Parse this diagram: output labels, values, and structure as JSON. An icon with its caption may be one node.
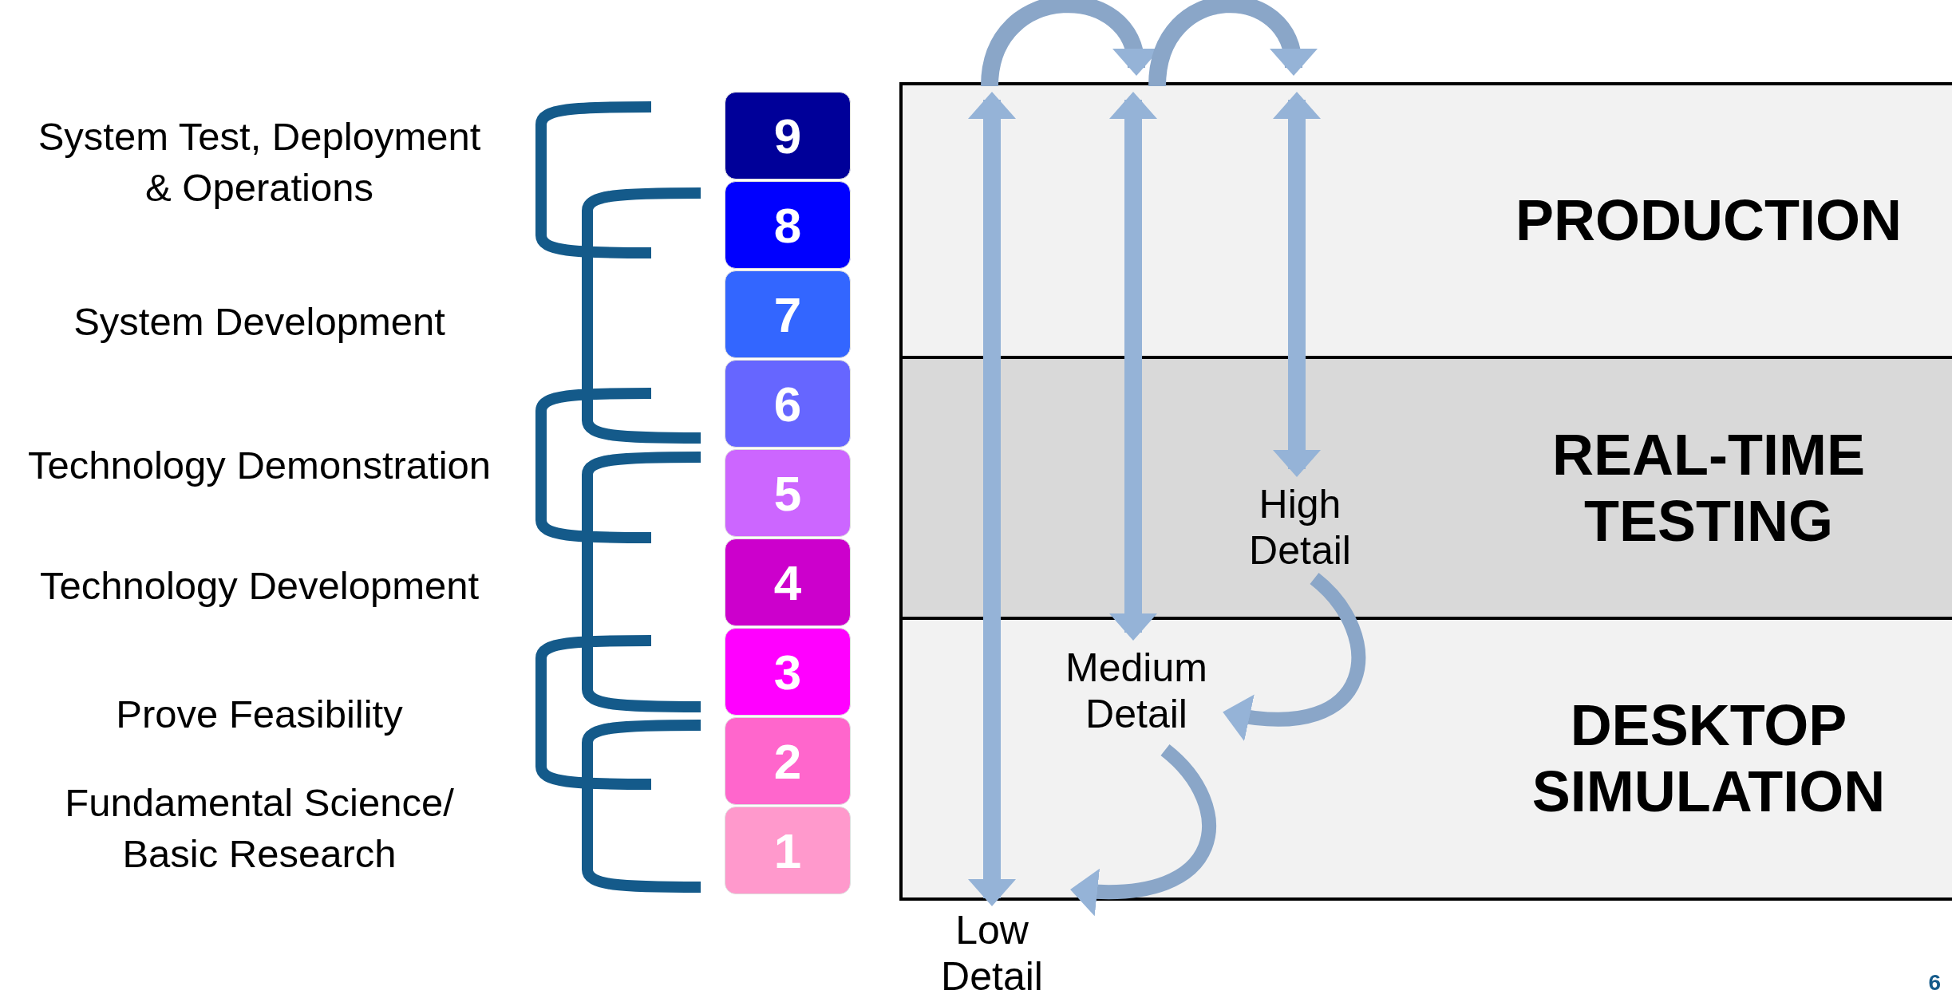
{
  "diagram": {
    "nodes": [
      {
        "text": [
          "PRODUCTION"
        ]
      },
      {
        "text": [
          "REAL-TIME TESTING"
        ]
      },
      {
        "text": [
          "DESKTOP SIMULATION"
        ]
      },
      {
        "text": [
          "9"
        ]
      },
      {
        "text": [
          "8"
        ]
      },
      {
        "text": [
          "7"
        ]
      },
      {
        "text": [
          "6"
        ]
      },
      {
        "text": [
          "5"
        ]
      },
      {
        "text": [
          "4"
        ]
      },
      {
        "text": [
          "3"
        ]
      },
      {
        "text": [
          "2"
        ]
      },
      {
        "text": [
          "1"
        ]
      },
      {
        "text": [
          "Low Detail"
        ]
      },
      {
        "text": [
          "Medium Detail"
        ],
        "in": 2
      },
      {
        "text": [
          "High Detail"
        ],
        "in": 1
      }
    ],
    "edges": [
      {
        "from": 14,
        "to": 13,
        "arrow": "to"
      },
      {
        "from": 13,
        "to": 12,
        "arrow": "to"
      },
      {
        "from": 12,
        "to": 0,
        "arrow": "both"
      },
      {
        "from": 13,
        "to": 0,
        "arrow": "both"
      },
      {
        "from": 14,
        "to": 0,
        "arrow": "both"
      }
    ],
    "labels": [
      "System Test, Deployment & Operations",
      "System Development",
      "Technology Demonstration",
      "Technology Development",
      "Prove Feasibility",
      "Fundamental Science/ Basic Research",
      "6"
    ]
  }
}
